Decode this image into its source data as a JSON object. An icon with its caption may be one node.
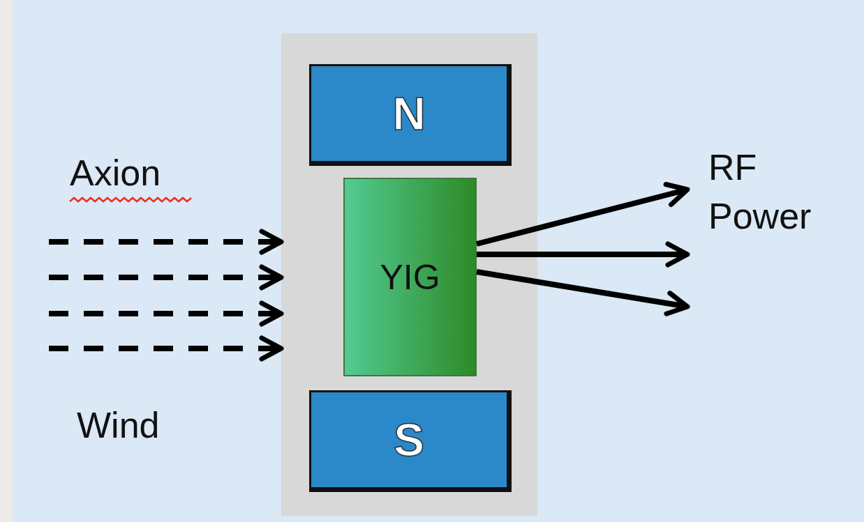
{
  "diagram": {
    "nodes": [
      {
        "text": [],
        "shape": "box"
      },
      {
        "text": [
          "N"
        ],
        "in": 0
      },
      {
        "text": [
          "YIG"
        ],
        "in": 0
      },
      {
        "text": [
          "S"
        ],
        "in": 0
      },
      {
        "text": [
          "RF Power"
        ]
      }
    ],
    "edges": [
      {
        "from": null,
        "to": 0,
        "arrow": "to",
        "style": "dashed"
      },
      {
        "from": null,
        "to": 0,
        "arrow": "to",
        "style": "dashed"
      },
      {
        "from": null,
        "to": 0,
        "arrow": "to",
        "style": "dashed"
      },
      {
        "from": null,
        "to": 0,
        "arrow": "to",
        "style": "dashed"
      },
      {
        "from": 2,
        "to": 4,
        "arrow": "to"
      },
      {
        "from": 2,
        "to": 4,
        "arrow": "to"
      },
      {
        "from": 2,
        "to": 4,
        "arrow": "to"
      }
    ],
    "labels": [
      "Axion",
      "Wind"
    ]
  }
}
